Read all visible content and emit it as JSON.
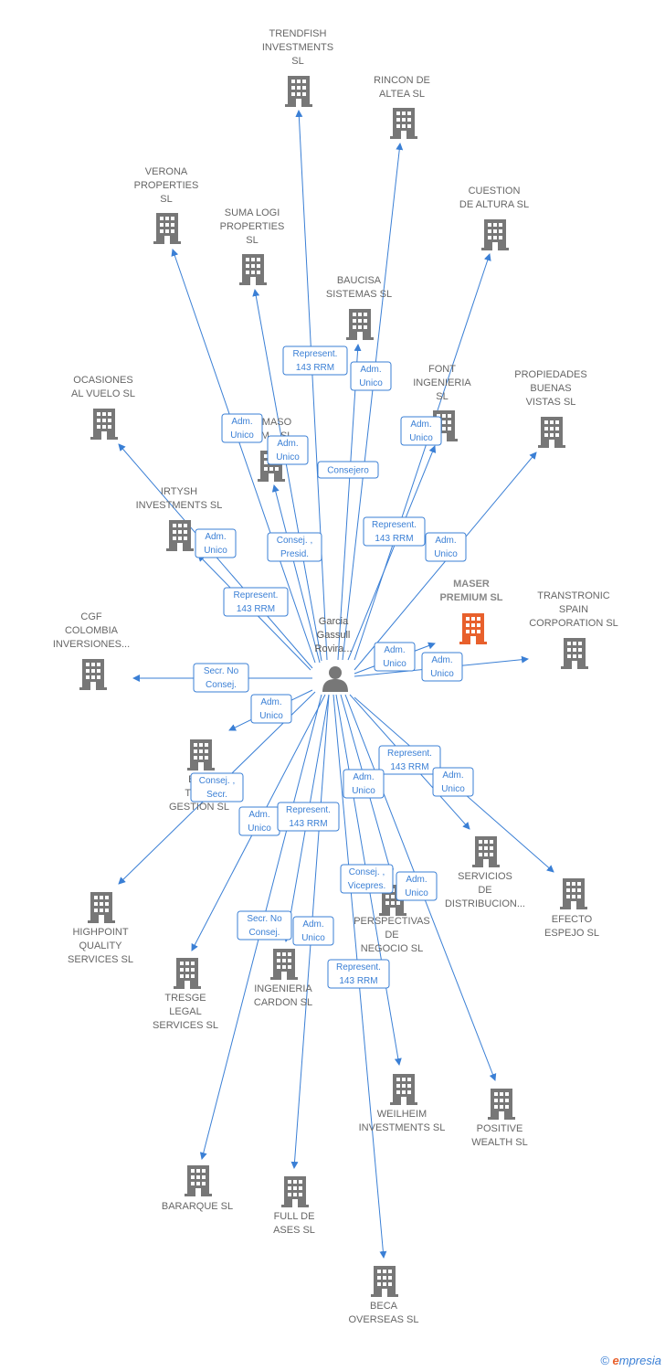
{
  "colors": {
    "edge": "#3a7fd5",
    "building": "#777777",
    "highlight": "#e8602c",
    "text": "#666666"
  },
  "person": {
    "name_lines": [
      "Garcia",
      "Gassull",
      "Rovira..."
    ]
  },
  "companies": [
    {
      "id": "trendfish",
      "lines": [
        "TRENDFISH",
        "INVESTMENTS",
        "SL"
      ]
    },
    {
      "id": "rincon",
      "lines": [
        "RINCON DE",
        "ALTEA  SL"
      ]
    },
    {
      "id": "verona",
      "lines": [
        "VERONA",
        "PROPERTIES",
        "SL"
      ]
    },
    {
      "id": "sumalogi",
      "lines": [
        "SUMA LOGI",
        "PROPERTIES",
        "SL"
      ]
    },
    {
      "id": "cuestion",
      "lines": [
        "CUESTION",
        "DE ALTURA  SL"
      ]
    },
    {
      "id": "baucisa",
      "lines": [
        "BAUCISA",
        "SISTEMAS SL"
      ]
    },
    {
      "id": "font",
      "lines": [
        "FONT",
        "INGENIERIA",
        "SL"
      ]
    },
    {
      "id": "propiedades",
      "lines": [
        "PROPIEDADES",
        "BUENAS",
        "VISTAS  SL"
      ]
    },
    {
      "id": "ocasiones",
      "lines": [
        "OCASIONES",
        "AL VUELO  SL"
      ]
    },
    {
      "id": "maso",
      "lines": [
        "MASO",
        "M...  SL"
      ]
    },
    {
      "id": "irtysh",
      "lines": [
        "IRTYSH",
        "INVESTMENTS SL"
      ]
    },
    {
      "id": "maser",
      "lines": [
        "MASER",
        "PREMIUM  SL"
      ],
      "highlight": true
    },
    {
      "id": "transtronic",
      "lines": [
        "TRANSTRONIC",
        "SPAIN",
        "CORPORATION SL"
      ]
    },
    {
      "id": "cgf",
      "lines": [
        "CGF",
        "COLOMBIA",
        "INVERSIONES..."
      ]
    },
    {
      "id": "bete",
      "lines": [
        "BE...",
        "TEN...",
        "GESTION  SL"
      ]
    },
    {
      "id": "servicios",
      "lines": [
        "SERVICIOS",
        "DE",
        "DISTRIBUCION..."
      ]
    },
    {
      "id": "efecto",
      "lines": [
        "EFECTO",
        "ESPEJO  SL"
      ]
    },
    {
      "id": "highpoint",
      "lines": [
        "HIGHPOINT",
        "QUALITY",
        "SERVICES SL"
      ]
    },
    {
      "id": "perspectivas",
      "lines": [
        "PERSPECTIVAS",
        "DE",
        "NEGOCIO  SL"
      ]
    },
    {
      "id": "tresge",
      "lines": [
        "TRESGE",
        "LEGAL",
        "SERVICES  SL"
      ]
    },
    {
      "id": "ingenieria",
      "lines": [
        "INGENIERIA",
        "CARDON  SL"
      ]
    },
    {
      "id": "weilheim",
      "lines": [
        "WEILHEIM",
        "INVESTMENTS SL"
      ]
    },
    {
      "id": "positive",
      "lines": [
        "POSITIVE",
        "WEALTH  SL"
      ]
    },
    {
      "id": "bararque",
      "lines": [
        "BARARQUE SL"
      ]
    },
    {
      "id": "fullde",
      "lines": [
        "FULL DE",
        "ASES  SL"
      ]
    },
    {
      "id": "beca",
      "lines": [
        "BECA",
        "OVERSEAS SL"
      ]
    }
  ],
  "relations": [
    {
      "to": "trendfish",
      "lines": [
        "Represent.",
        "143 RRM"
      ]
    },
    {
      "to": "baucisa",
      "lines": [
        "Adm.",
        "Unico"
      ]
    },
    {
      "to": "verona",
      "lines": [
        "Adm.",
        "Unico"
      ]
    },
    {
      "to": "sumalogi",
      "lines": [
        "Adm.",
        "Unico"
      ]
    },
    {
      "to": "rincon",
      "lines": [
        "Consejero"
      ]
    },
    {
      "to": "font",
      "lines": [
        "Adm.",
        "Unico"
      ]
    },
    {
      "to": "cuestion",
      "lines": [
        "Represent.",
        "143 RRM"
      ]
    },
    {
      "to": "maso",
      "lines": [
        "Consej. ,",
        "Presid."
      ]
    },
    {
      "to": "propiedades",
      "lines": [
        "Adm.",
        "Unico"
      ]
    },
    {
      "to": "ocasiones",
      "lines": [
        "Represent.",
        "143 RRM"
      ]
    },
    {
      "to": "irtysh",
      "lines": [
        "Adm.",
        "Unico"
      ]
    },
    {
      "to": "maser",
      "lines": [
        "Adm.",
        "Unico"
      ]
    },
    {
      "to": "transtronic",
      "lines": [
        "Adm.",
        "Unico"
      ]
    },
    {
      "to": "cgf",
      "lines": [
        "Secr.  No",
        "Consej."
      ]
    },
    {
      "to": "bete",
      "lines": [
        "Adm.",
        "Unico"
      ]
    },
    {
      "to": "highpoint",
      "lines": [
        "Consej. ,",
        "Secr."
      ]
    },
    {
      "to": "servicios",
      "lines": [
        "Represent.",
        "143 RRM"
      ]
    },
    {
      "to": "efecto",
      "lines": [
        "Adm.",
        "Unico"
      ]
    },
    {
      "to": "weilheim",
      "lines": [
        "Adm.",
        "Unico"
      ]
    },
    {
      "to": "tresge",
      "lines": [
        "Adm.",
        "Unico"
      ]
    },
    {
      "to": "ingenieria",
      "lines": [
        "Represent.",
        "143 RRM"
      ]
    },
    {
      "to": "perspectivas",
      "lines": [
        "Consej. ,",
        "Vicepres."
      ]
    },
    {
      "to": "positive",
      "lines": [
        "Adm.",
        "Unico"
      ]
    },
    {
      "to": "bararque",
      "lines": [
        "Secr.  No",
        "Consej."
      ]
    },
    {
      "to": "fullde",
      "lines": [
        "Adm.",
        "Unico"
      ]
    },
    {
      "to": "beca",
      "lines": [
        "Represent.",
        "143 RRM"
      ]
    }
  ],
  "watermark": {
    "copyright": "©",
    "brand_initial": "e",
    "brand_rest": "mpresia"
  }
}
